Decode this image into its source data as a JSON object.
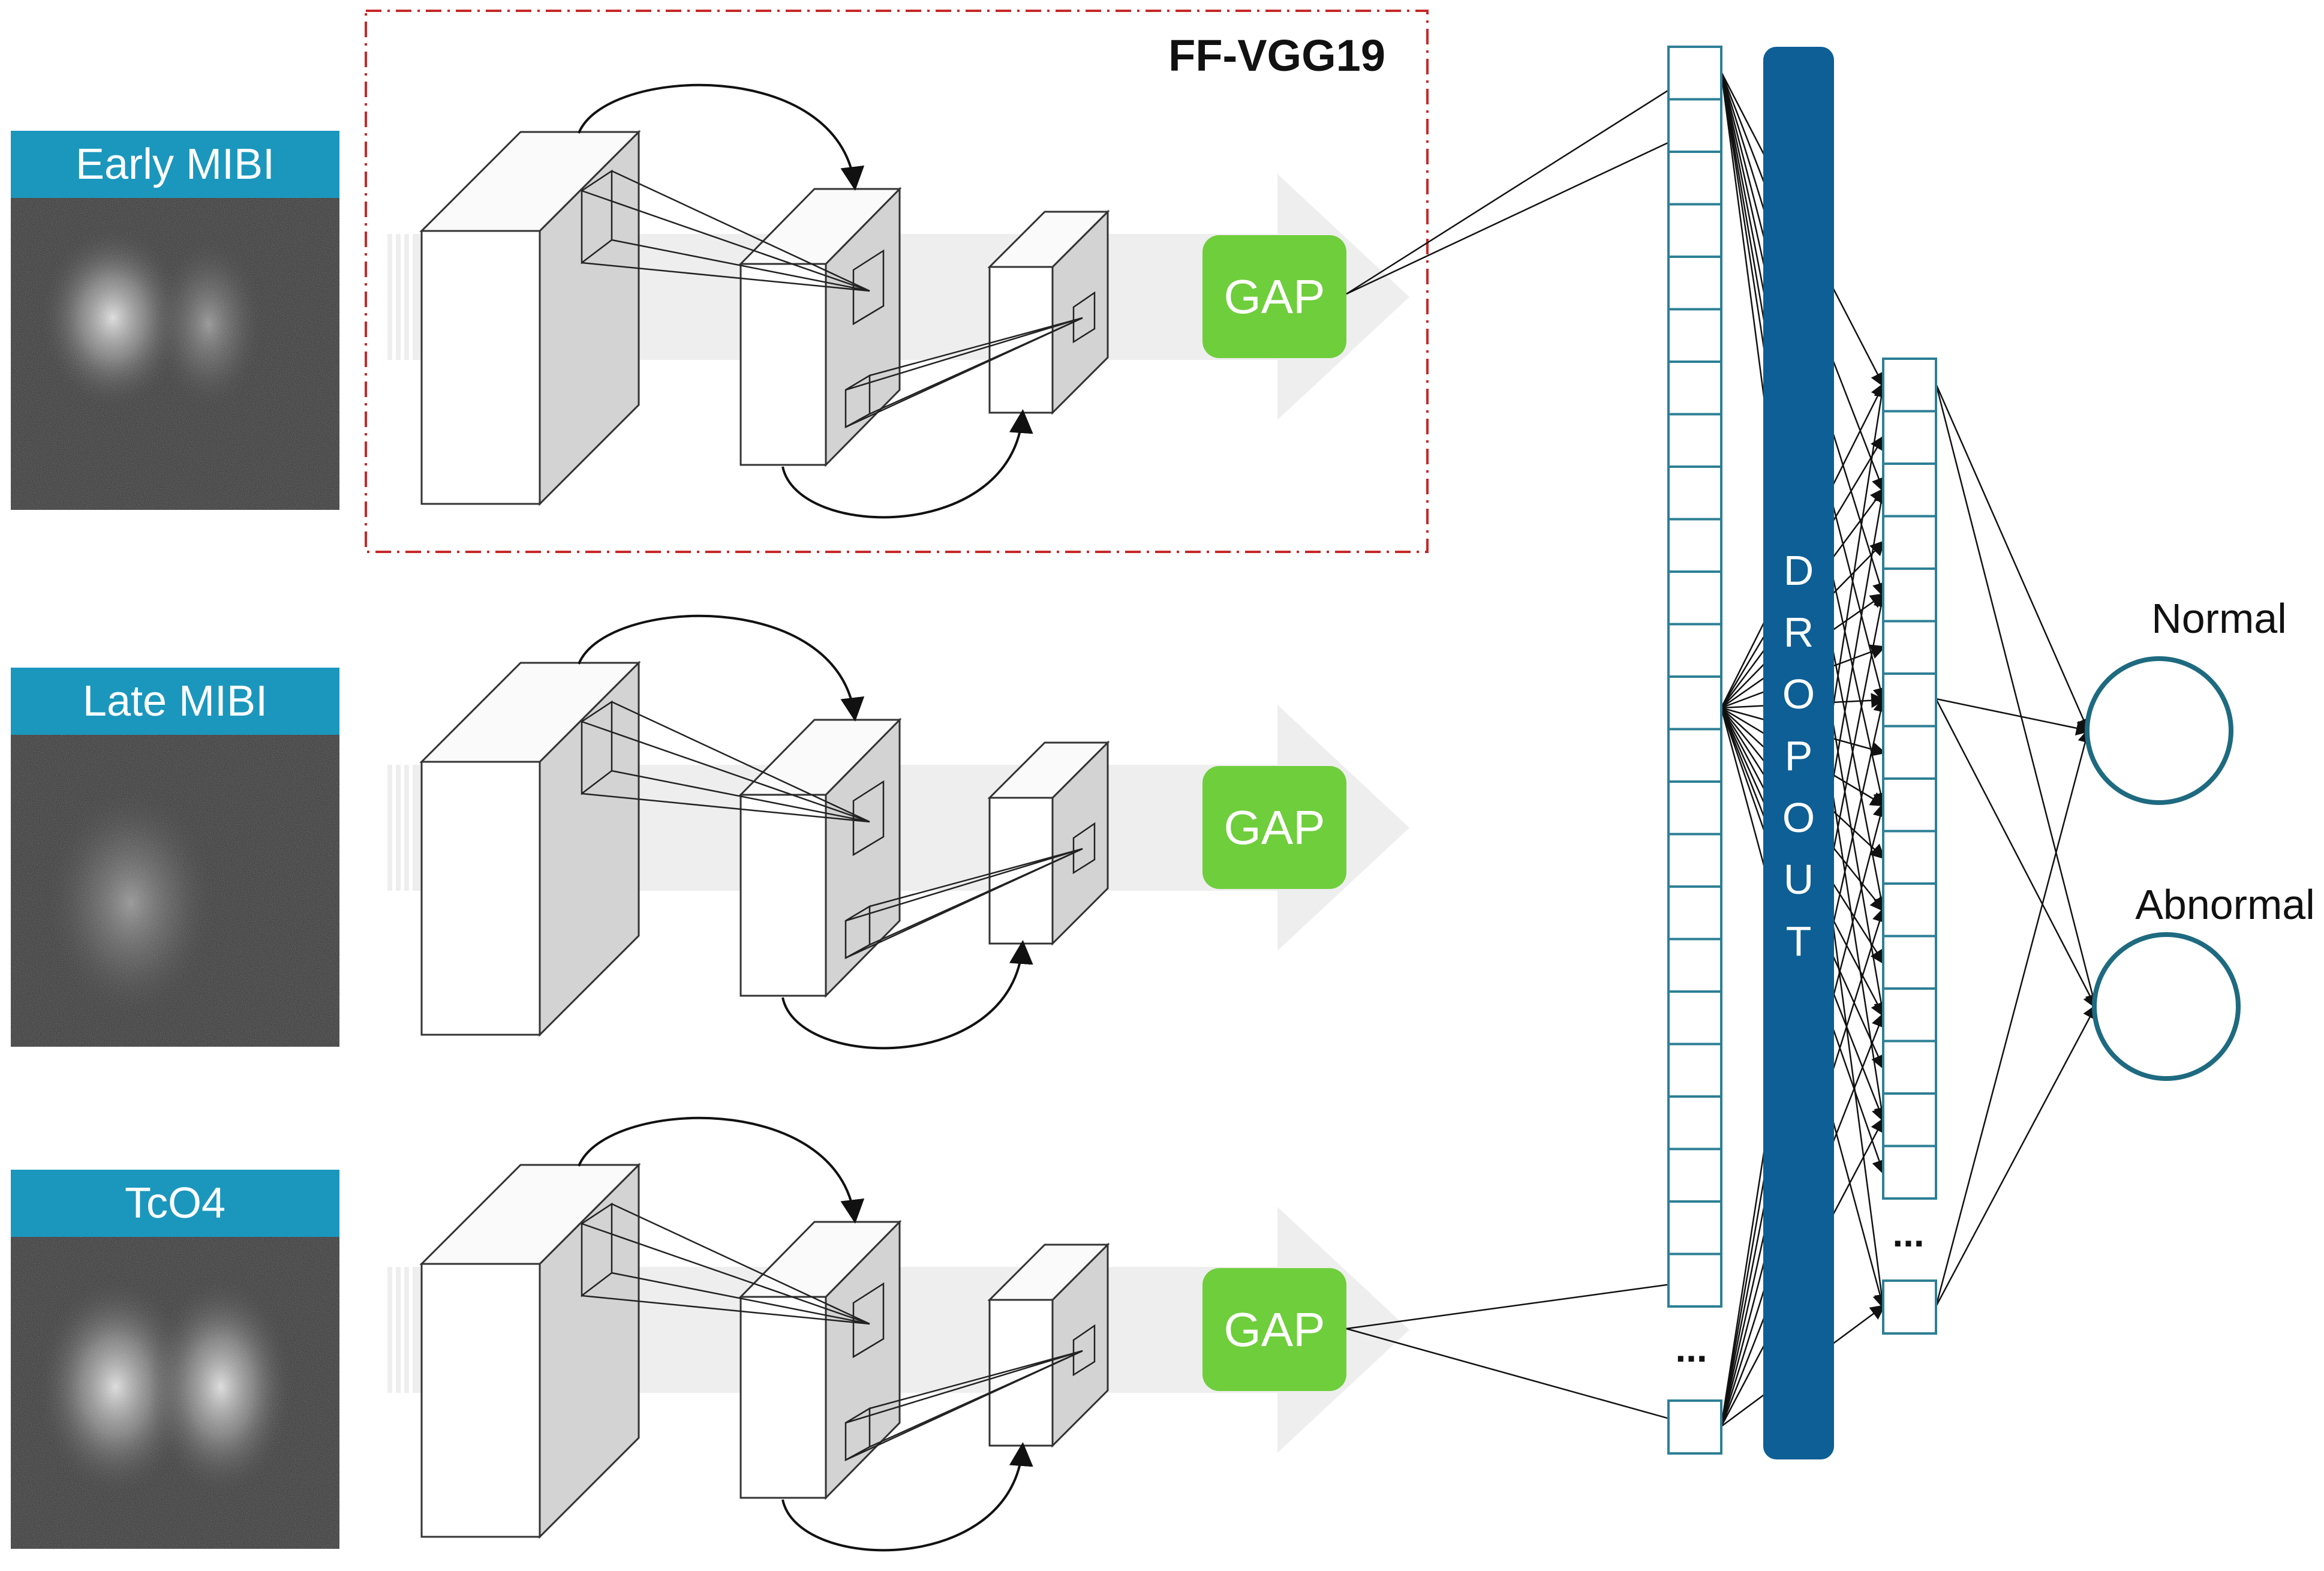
{
  "inputs": [
    {
      "label": "Early MIBI",
      "pattern": "two-lobes"
    },
    {
      "label": "Late MIBI",
      "pattern": "single-faint"
    },
    {
      "label": "TcO4",
      "pattern": "two-lobes-bright"
    }
  ],
  "backbone_label": "FF-VGG19",
  "gap_label": "GAP",
  "ellipsis": "...",
  "dropout_letters": [
    "D",
    "R",
    "O",
    "P",
    "O",
    "U",
    "T"
  ],
  "outputs": [
    "Normal",
    "Abnormal"
  ],
  "counts": {
    "feature_cells": 24,
    "hidden_cells": 16
  },
  "colors": {
    "teal_header": "#1b97bd",
    "gap_green": "#6fce3c",
    "dropout_blue": "#0d5f96",
    "cell_border": "#2d7f95",
    "circle_border": "#1e6a80",
    "dash_red": "#c62828",
    "box_gray": "#d3d3d3",
    "arrow_gray": "#eeeeee"
  }
}
